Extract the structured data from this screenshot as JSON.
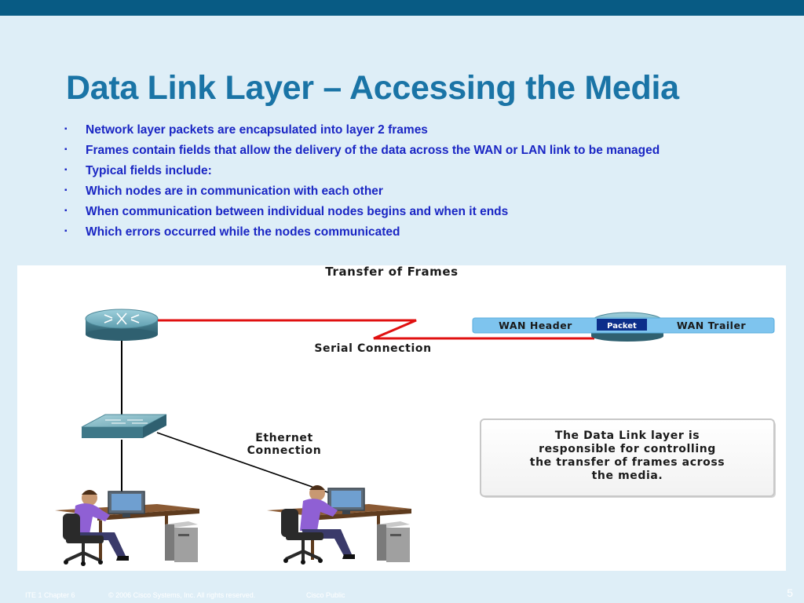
{
  "slide": {
    "title": "Data Link Layer – Accessing the Media",
    "bullets": [
      "Network layer packets are encapsulated into layer 2 frames",
      "Frames contain fields that allow the delivery of the data across the WAN or LAN link to be managed",
      "Typical fields include:",
      "Which nodes are in communication with each other",
      "When communication between individual nodes begins and when it ends",
      "Which errors occurred while the nodes communicated"
    ],
    "bullet_marker": "▪"
  },
  "figure": {
    "title": "Transfer of Frames",
    "serial_label": "Serial Connection",
    "ethernet_label_line1": "Ethernet",
    "ethernet_label_line2": "Connection",
    "frame": {
      "header": "WAN Header",
      "packet": "Packet",
      "trailer": "WAN Trailer"
    },
    "callout_lines": [
      "The Data Link layer is",
      "responsible for controlling",
      "the transfer of frames across",
      "the media."
    ]
  },
  "footer": {
    "course": "ITE 1 Chapter 6",
    "copyright": "© 2006 Cisco Systems, Inc. All rights reserved.",
    "classification": "Cisco Public",
    "page_number": "5"
  },
  "colors": {
    "top_bar": "#085b84",
    "title": "#1a74a6",
    "bullet_text": "#1a26c4",
    "serial_link": "#e01010",
    "frame_bar": "#7ec4ee",
    "packet_box": "#0c2e8a"
  }
}
